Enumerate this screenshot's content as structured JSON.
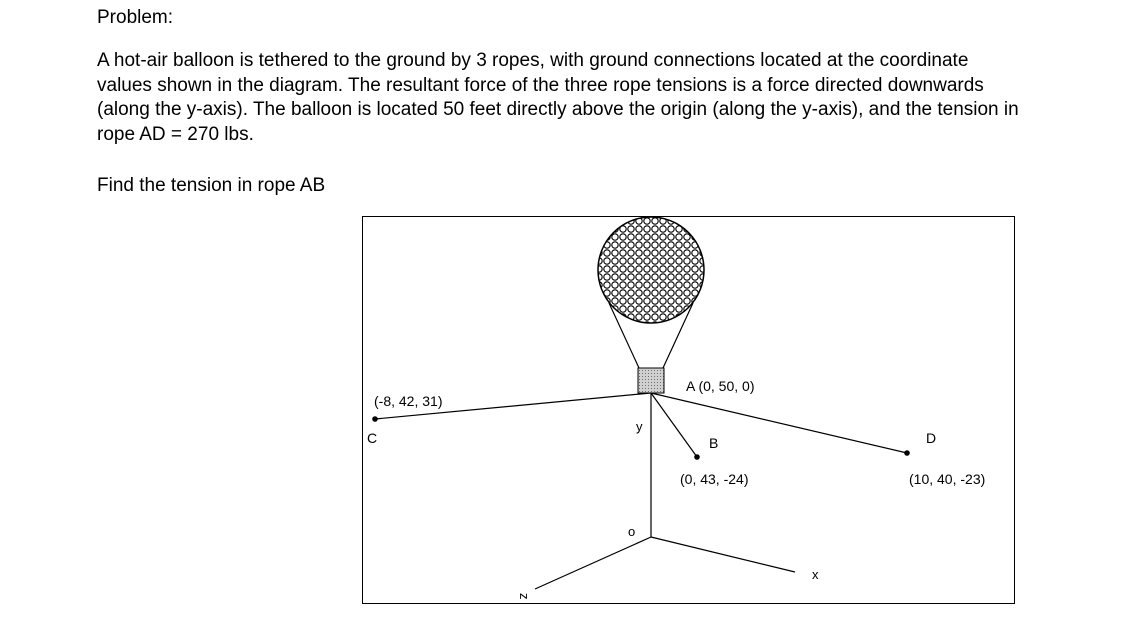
{
  "heading": "Problem:",
  "problem_statement": "A hot-air balloon is tethered to the ground by 3 ropes, with ground connections located at the coordinate values shown in the diagram. The resultant force of the three rope tensions is a force directed downwards (along the y-axis). The balloon is located 50 feet directly above the origin (along the y-axis), and the tension in rope AD = 270 lbs.",
  "question": "Find the tension in rope AB",
  "diagram": {
    "point_A": "A (0, 50, 0)",
    "point_B": "B",
    "coord_B": "(0, 43, -24)",
    "point_C": "C",
    "coord_C": "(-8, 42, 31)",
    "point_D": "D",
    "coord_D": "(10, 40, -23)",
    "axis_y": "y",
    "axis_x": "x",
    "axis_z": "z",
    "origin": "o"
  }
}
